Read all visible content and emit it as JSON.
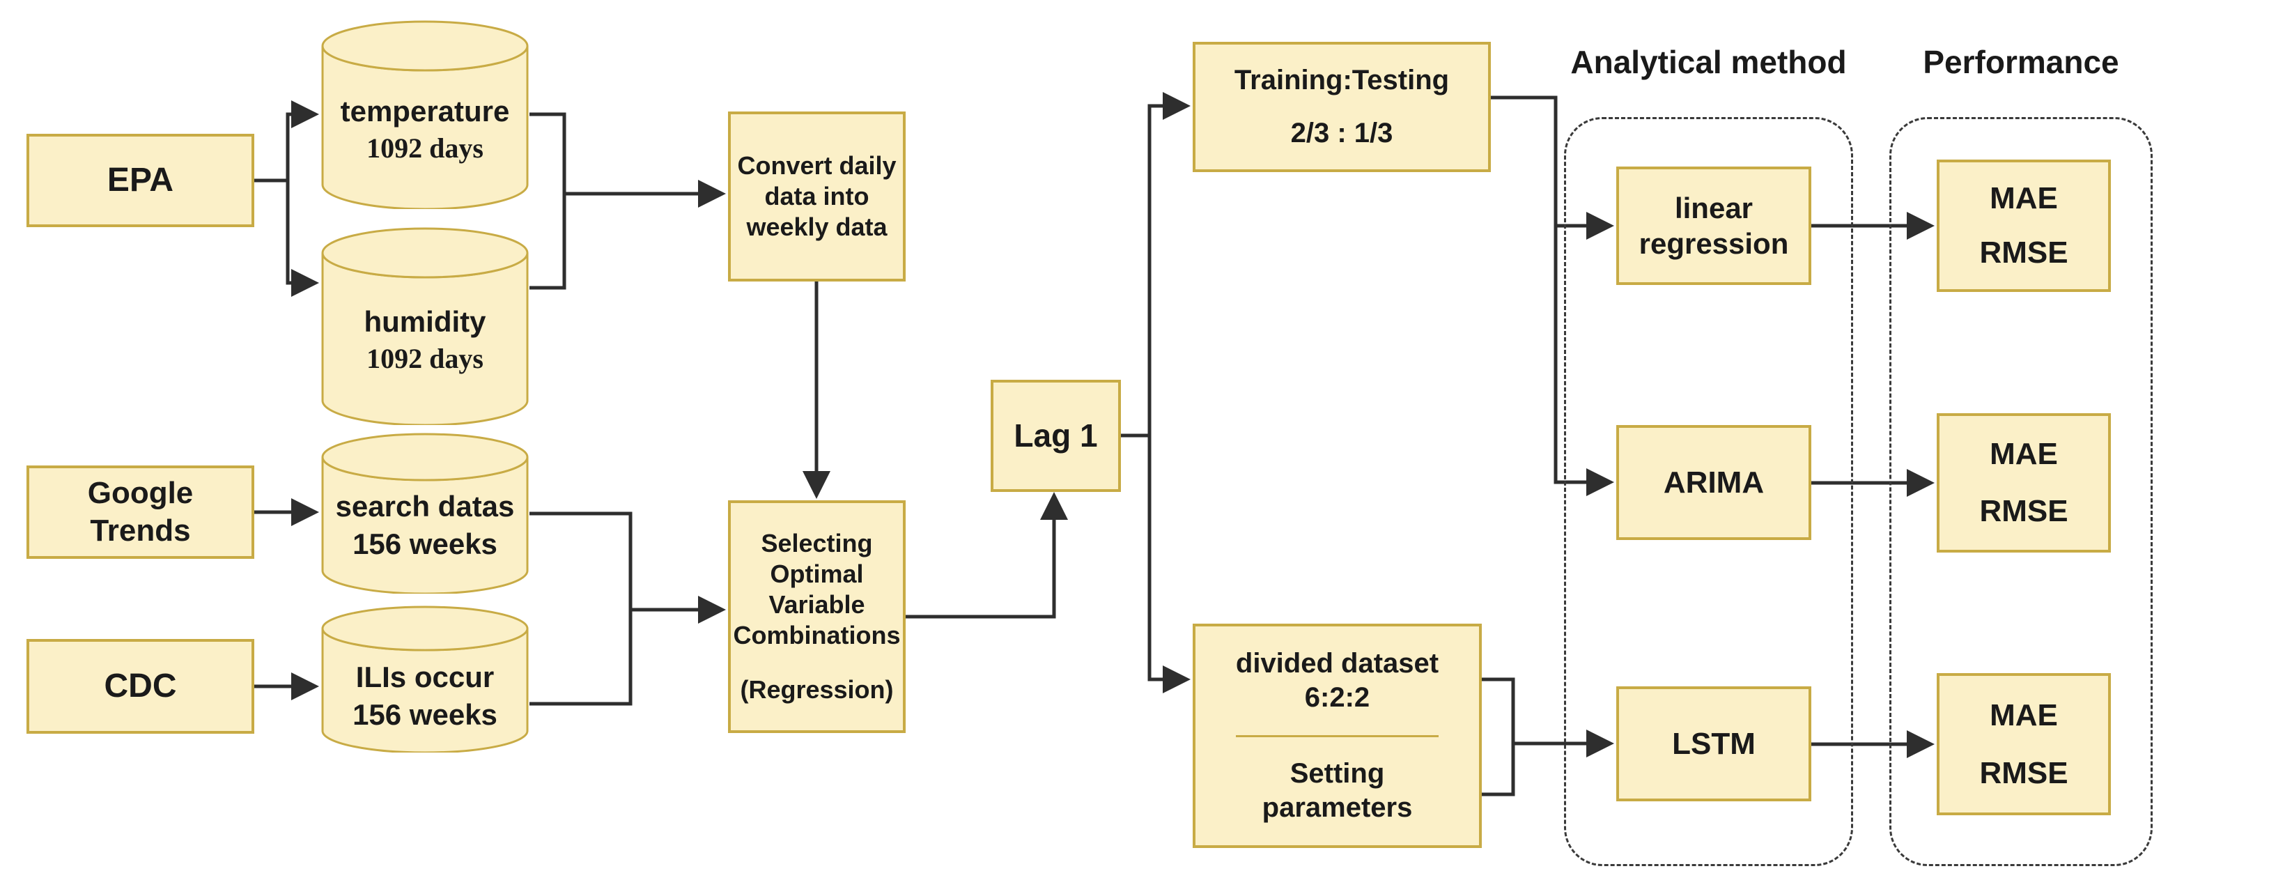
{
  "colors": {
    "node_fill": "#fbf0c8",
    "node_border": "#c8ab45",
    "arrow": "#2e2e2e",
    "dashed_border": "#3a3a3a",
    "text": "#1a1a1a",
    "background": "#ffffff"
  },
  "headings": {
    "analytical": "Analytical method",
    "performance": "Performance"
  },
  "sources": {
    "epa": {
      "label": "EPA"
    },
    "google": {
      "line1": "Google",
      "line2": "Trends"
    },
    "cdc": {
      "label": "CDC"
    }
  },
  "datastores": {
    "temperature": {
      "line1": "temperature",
      "line2": "1092 days"
    },
    "humidity": {
      "line1": "humidity",
      "line2": "1092 days"
    },
    "search": {
      "line1": "search datas",
      "line2": "156 weeks"
    },
    "ilis": {
      "line1": "ILIs occur",
      "line2": "156 weeks"
    }
  },
  "process": {
    "convert": {
      "line1": "Convert daily",
      "line2": "data into",
      "line3": "weekly data"
    },
    "selecting": {
      "line1": "Selecting",
      "line2": "Optimal",
      "line3": "Variable",
      "line4": "Combinations",
      "line5": "(Regression)"
    },
    "lag": {
      "label": "Lag 1"
    },
    "training": {
      "line1": "Training:Testing",
      "line2": "2/3 : 1/3"
    },
    "divided": {
      "line1": "divided dataset",
      "line2": "6:2:2"
    },
    "setting": {
      "line1": "Setting",
      "line2": "parameters"
    }
  },
  "methods": {
    "linear": {
      "line1": "linear",
      "line2": "regression"
    },
    "arima": {
      "label": "ARIMA"
    },
    "lstm": {
      "label": "LSTM"
    }
  },
  "performance": {
    "box1": {
      "line1": "MAE",
      "line2": "RMSE"
    },
    "box2": {
      "line1": "MAE",
      "line2": "RMSE"
    },
    "box3": {
      "line1": "MAE",
      "line2": "RMSE"
    }
  }
}
